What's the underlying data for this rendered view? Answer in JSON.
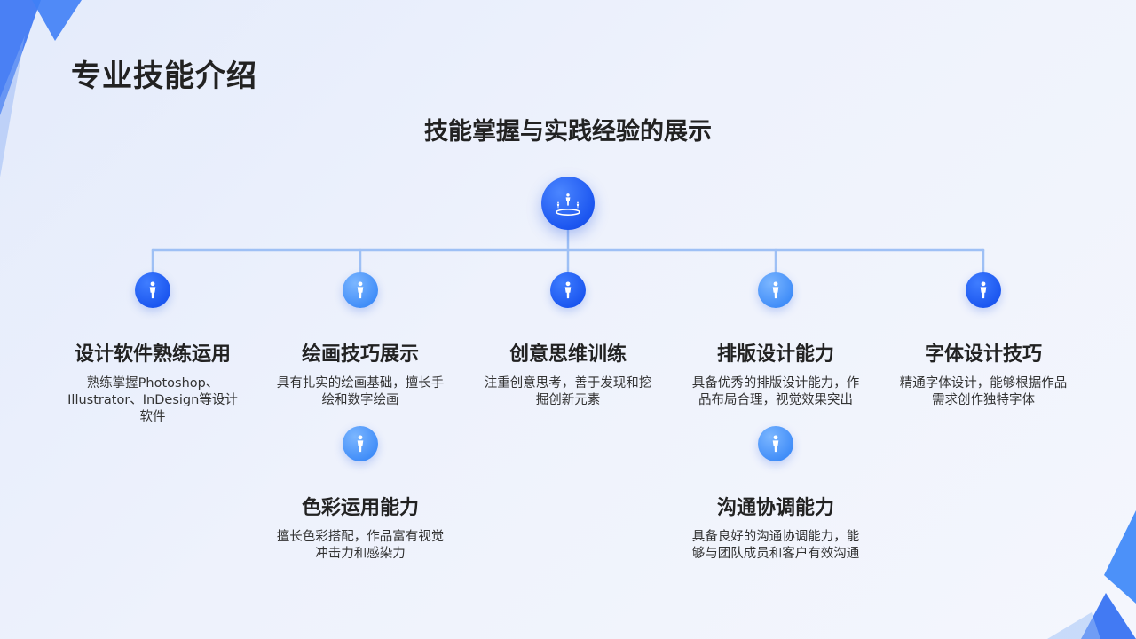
{
  "header": {
    "title": "专业技能介绍",
    "subtitle": "技能掌握与实践经验的展示"
  },
  "colors": {
    "accent_dark": "#1c56f0",
    "accent_light": "#4a93f8",
    "connector": "#9ec0f5"
  },
  "root": {
    "icon": "person-stage-icon"
  },
  "skills": [
    {
      "title": "设计软件熟练运用",
      "desc": "熟练掌握Photoshop、Illustrator、InDesign等设计软件",
      "icon": "person-icon"
    },
    {
      "title": "绘画技巧展示",
      "desc": "具有扎实的绘画基础，擅长手绘和数字绘画",
      "icon": "person-icon"
    },
    {
      "title": "创意思维训练",
      "desc": "注重创意思考，善于发现和挖掘创新元素",
      "icon": "person-icon"
    },
    {
      "title": "排版设计能力",
      "desc": "具备优秀的排版设计能力，作品布局合理，视觉效果突出",
      "icon": "person-icon"
    },
    {
      "title": "字体设计技巧",
      "desc": "精通字体设计，能够根据作品需求创作独特字体",
      "icon": "person-icon"
    },
    {
      "title": "色彩运用能力",
      "desc": "擅长色彩搭配，作品富有视觉冲击力和感染力",
      "icon": "person-icon"
    },
    {
      "title": "沟通协调能力",
      "desc": "具备良好的沟通协调能力，能够与团队成员和客户有效沟通",
      "icon": "person-icon"
    }
  ]
}
